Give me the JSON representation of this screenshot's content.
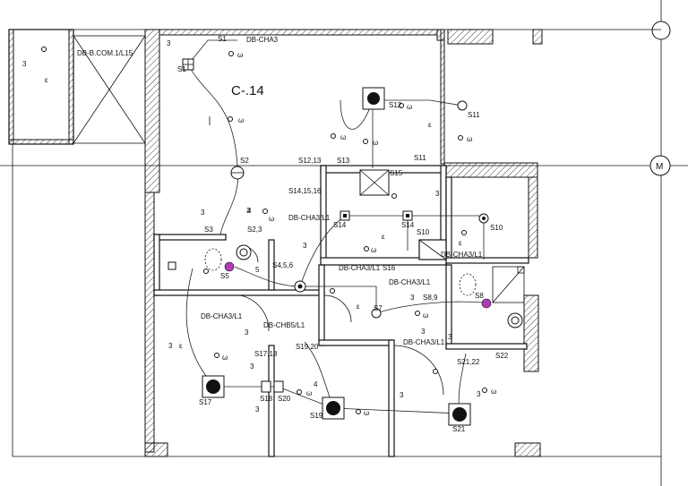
{
  "drawing": {
    "room_label": "C-.14",
    "grid_marker": "M",
    "panels": [
      "DB-B.COM.1/L15",
      "DB-CHA3",
      "DB-CHA3/L1",
      "DB-CHA3/L1",
      "DB-CHA3/L1",
      "DB-CHA3/L1",
      "DB-CHA3/L1",
      "DB-CHB5/L1",
      "DB-CHA3/L1"
    ],
    "switches": [
      "S1",
      "S1",
      "S2",
      "S2,3",
      "S3",
      "S4,5,6",
      "S5",
      "S7",
      "S8,9",
      "S8",
      "S10",
      "S10",
      "S11",
      "S11",
      "S12",
      "S12,13",
      "S13",
      "S14,15,16",
      "S14",
      "S14",
      "S15",
      "S16",
      "S17",
      "S17,18",
      "S18",
      "S19",
      "S19,20",
      "S20",
      "S21",
      "S21,22",
      "S22"
    ],
    "circuit_numbers": [
      "3",
      "3",
      "3",
      "3",
      "4",
      "3",
      "3",
      "5",
      "3",
      "3",
      "3",
      "3",
      "4",
      "3",
      "3",
      "3",
      "3",
      "3"
    ],
    "glyphs": [
      "ω",
      "ε",
      "↑"
    ]
  }
}
